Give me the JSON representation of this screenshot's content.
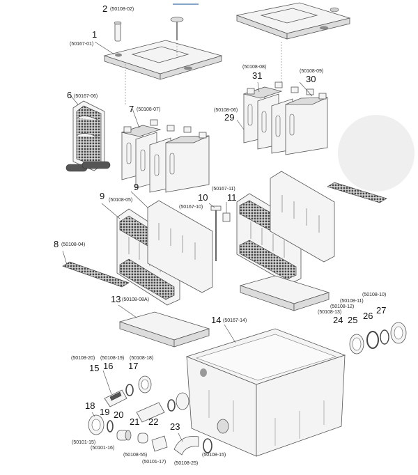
{
  "callouts": [
    {
      "id": "p1",
      "num": "1",
      "code": "(50167-01)"
    },
    {
      "id": "p2",
      "num": "2",
      "code": "(50108-02)"
    },
    {
      "id": "p6",
      "num": "6",
      "code": "(50167-06)"
    },
    {
      "id": "p7",
      "num": "7",
      "code": "(50108-07)"
    },
    {
      "id": "p31",
      "num": "31",
      "code": "(50108-08)"
    },
    {
      "id": "p30",
      "num": "30",
      "code": "(50108-09)"
    },
    {
      "id": "p29",
      "num": "29",
      "code": "(50108-06)"
    },
    {
      "id": "p9a",
      "num": "9",
      "code": "(50108-05)"
    },
    {
      "id": "p9b",
      "num": "9",
      "code": ""
    },
    {
      "id": "p10",
      "num": "10",
      "code": "(50167-10)"
    },
    {
      "id": "p11",
      "num": "11",
      "code": "(50167-11)"
    },
    {
      "id": "p8",
      "num": "8",
      "code": "(50108-04)"
    },
    {
      "id": "p13",
      "num": "13",
      "code": "(50108-08A)"
    },
    {
      "id": "p14",
      "num": "14",
      "code": "(50167-14)"
    },
    {
      "id": "p24",
      "num": "24",
      "code": "(50108-13)"
    },
    {
      "id": "p25",
      "num": "25",
      "code": "(50108-12)"
    },
    {
      "id": "p26",
      "num": "26",
      "code": "(50108-11)"
    },
    {
      "id": "p27",
      "num": "27",
      "code": "(50108-10)"
    },
    {
      "id": "p15",
      "num": "15",
      "code": "(50108-20)"
    },
    {
      "id": "p16",
      "num": "16",
      "code": "(50108-19)"
    },
    {
      "id": "p17",
      "num": "17",
      "code": "(50108-18)"
    },
    {
      "id": "p18",
      "num": "18",
      "code": "(50101-15)"
    },
    {
      "id": "p19",
      "num": "19",
      "code": "(50101-16)"
    },
    {
      "id": "p20",
      "num": "20",
      "code": ""
    },
    {
      "id": "p21",
      "num": "21",
      "code": "(50108-55)"
    },
    {
      "id": "p22",
      "num": "22",
      "code": "(50101-17)"
    },
    {
      "id": "p23",
      "num": "23",
      "code": "(50108-25)"
    },
    {
      "id": "p23b",
      "num": "",
      "code": "(50108-15)"
    }
  ]
}
